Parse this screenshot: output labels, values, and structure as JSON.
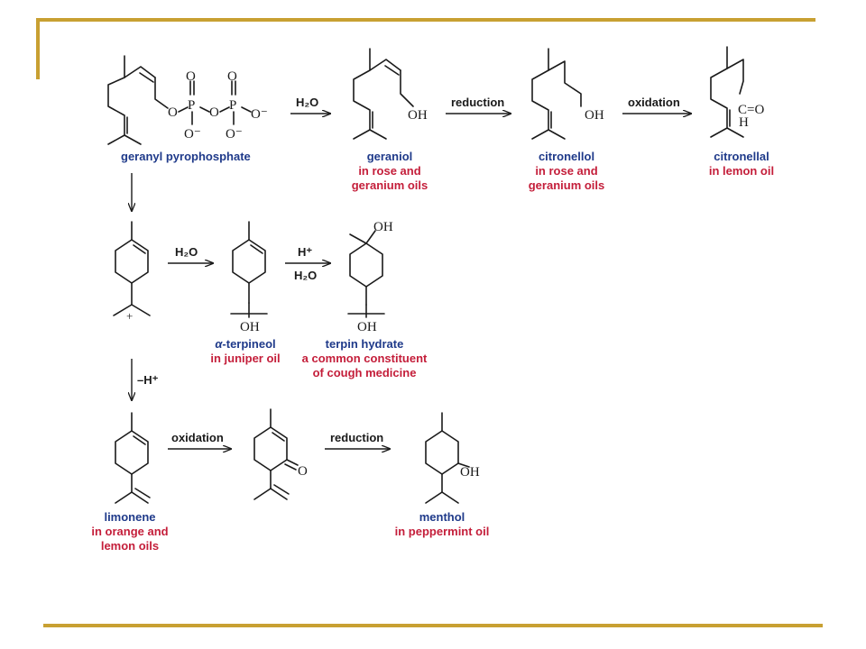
{
  "colors": {
    "accent": "#C8A032",
    "compound_name": "#1F3A8A",
    "natural_source": "#C41E3A"
  },
  "reagents": {
    "r1": "H₂O",
    "r2": "reduction",
    "r3": "oxidation",
    "r4": "H₂O",
    "r5a": "H⁺",
    "r5b": "H₂O",
    "r6": "–H⁺",
    "r7": "oxidation",
    "r8": "reduction"
  },
  "compounds": {
    "geranyl_pp": {
      "name": "geranyl pyrophosphate"
    },
    "geraniol": {
      "name": "geraniol",
      "source_line1": "in rose and",
      "source_line2": "geranium oils"
    },
    "citronellol": {
      "name": "citronellol",
      "source_line1": "in rose and",
      "source_line2": "geranium oils"
    },
    "citronellal": {
      "name": "citronellal",
      "source_line1": "in lemon oil"
    },
    "terpineol": {
      "name_prefix": "α",
      "name_rest": "-terpineol",
      "source_line1": "in juniper oil"
    },
    "terpin_hydrate": {
      "name": "terpin hydrate",
      "source_line1": "a common constituent",
      "source_line2": "of cough medicine"
    },
    "limonene": {
      "name": "limonene",
      "source_line1": "in orange and",
      "source_line2": "lemon oils"
    },
    "menthol": {
      "name": "menthol",
      "source_line1": "in peppermint oil"
    }
  },
  "atoms": {
    "o": "O",
    "p": "P",
    "o_minus": "O⁻",
    "oh": "OH",
    "carbonyl": "C=O",
    "h": "H",
    "plus": "+"
  }
}
